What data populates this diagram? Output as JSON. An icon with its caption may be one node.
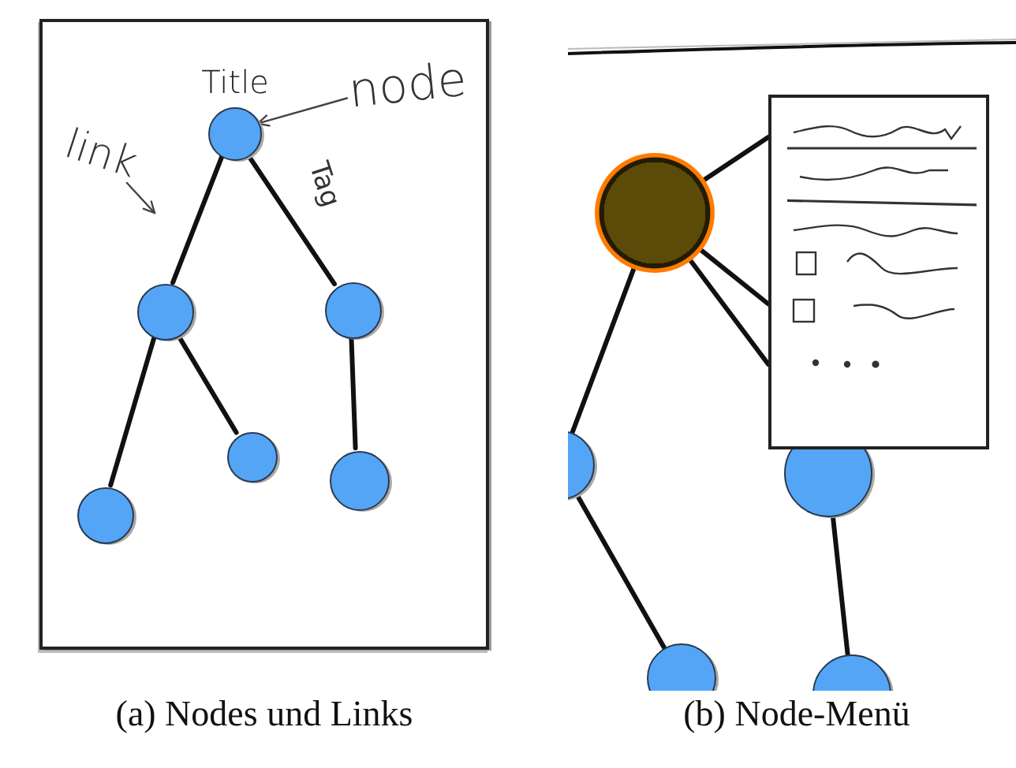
{
  "diagram": {
    "nodes": [
      {
        "text": [],
        "shape": "box",
        "beside": [
          "(a) Nodes und Links"
        ]
      },
      {
        "text": [
          "Title"
        ],
        "in": 0
      },
      {
        "text": [],
        "shape": "circle",
        "in": 0
      },
      {
        "text": [],
        "shape": "circle",
        "in": 0
      },
      {
        "text": [],
        "shape": "circle",
        "in": 0
      },
      {
        "text": [],
        "shape": "circle",
        "in": 0
      },
      {
        "text": [],
        "shape": "circle",
        "in": 0
      },
      {
        "text": [
          "node"
        ],
        "in": 0
      },
      {
        "text": [
          "link"
        ],
        "in": 0
      },
      {
        "text": [],
        "shape": "circle"
      },
      {
        "text": [],
        "shape": "circle"
      },
      {
        "text": [],
        "shape": "circle"
      },
      {
        "text": [],
        "shape": "box"
      },
      {
        "text": [],
        "shape": "circle"
      },
      {
        "text": [],
        "shape": "circle"
      }
    ],
    "edges": [
      {
        "from": 1,
        "to": 2,
        "arrow": "none"
      },
      {
        "from": 1,
        "to": 3,
        "arrow": "none",
        "label": "Tag"
      },
      {
        "from": 2,
        "to": 4,
        "arrow": "none"
      },
      {
        "from": 2,
        "to": 5,
        "arrow": "none"
      },
      {
        "from": 3,
        "to": 6,
        "arrow": "none"
      },
      {
        "from": 7,
        "to": 1,
        "arrow": "to"
      },
      {
        "from": 8,
        "to": null,
        "arrow": "to"
      },
      {
        "from": 9,
        "to": 10,
        "arrow": "none"
      },
      {
        "from": 10,
        "to": 11,
        "arrow": "none"
      },
      {
        "from": 9,
        "to": 12,
        "arrow": "none"
      },
      {
        "from": 9,
        "to": 12,
        "arrow": "none"
      },
      {
        "from": 9,
        "to": 12,
        "arrow": "none"
      },
      {
        "from": 13,
        "to": 14,
        "arrow": "none"
      }
    ],
    "labels": [
      "(b) Node-Menü"
    ]
  }
}
